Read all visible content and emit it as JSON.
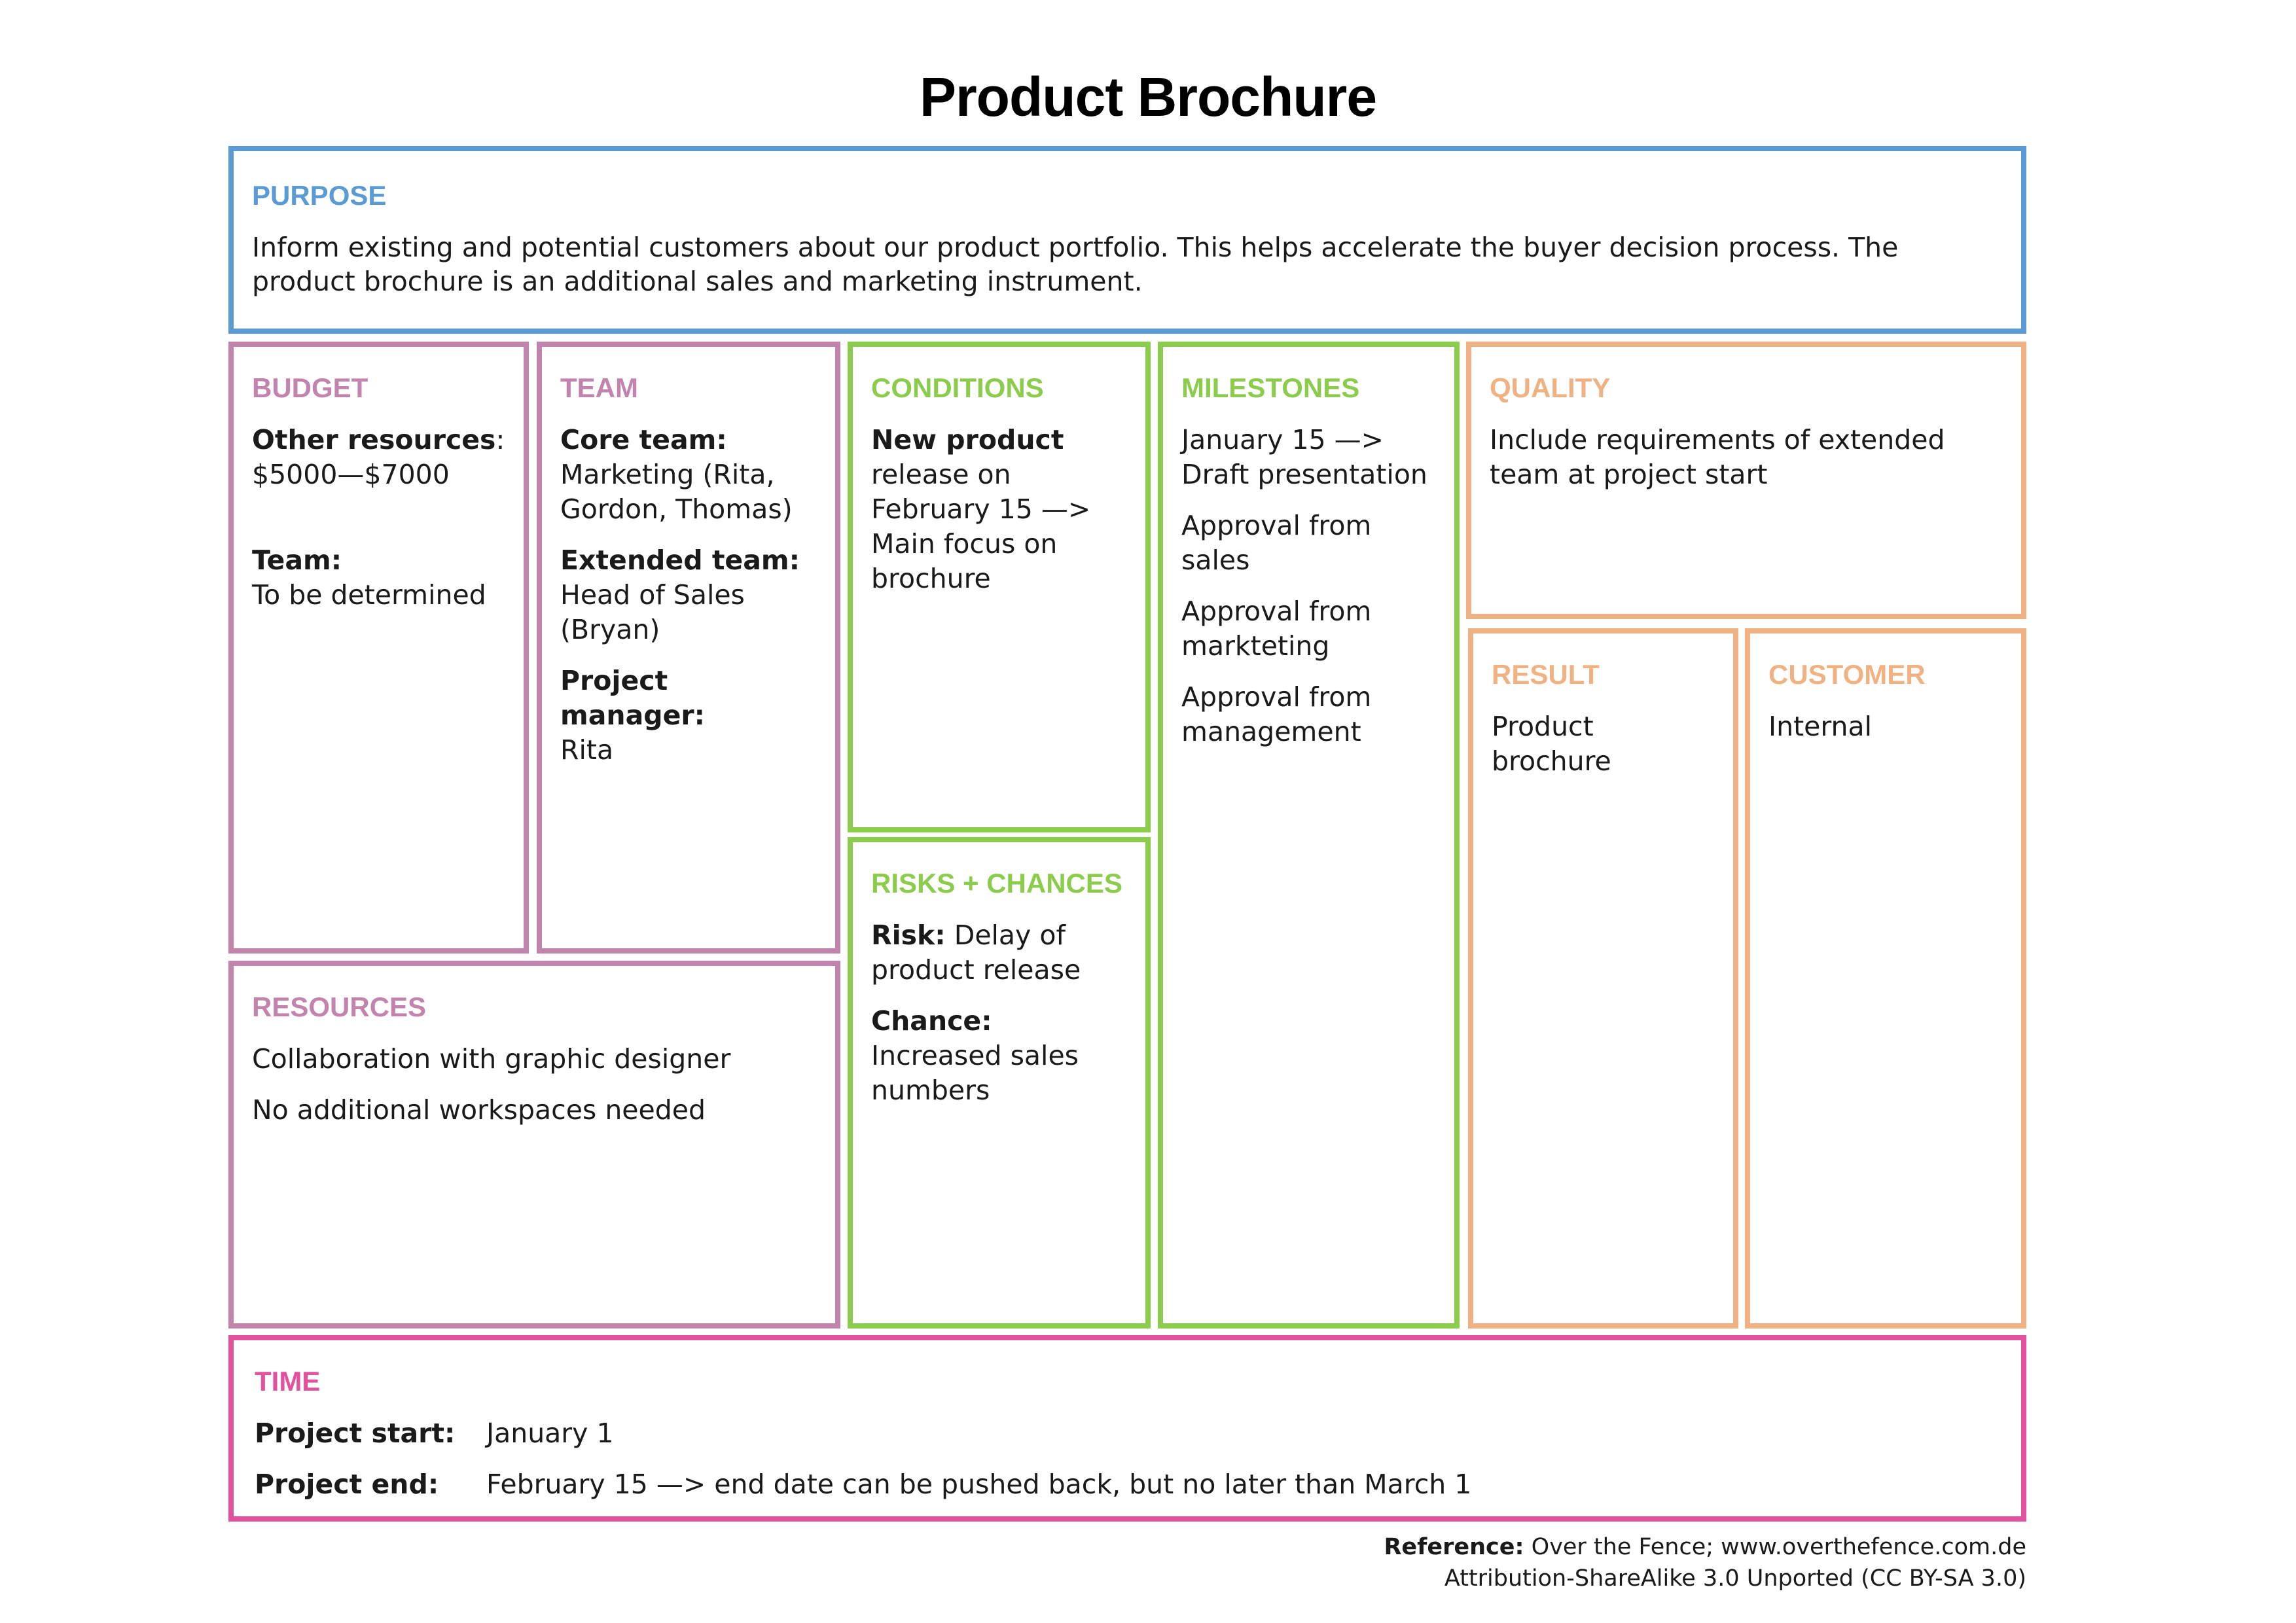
{
  "title": "Product Brochure",
  "colors": {
    "purpose": "#5b9bd5",
    "budget_team_resources": "#c283ad",
    "conditions_milestones_risks": "#8ccc4c",
    "quality_result_customer": "#f0b283",
    "time": "#e2509e"
  },
  "purpose": {
    "heading": "PURPOSE",
    "text": "Inform existing and potential customers about our product portfolio. This helps accelerate the buyer decision process. The product brochure is an additional sales and marketing instrument."
  },
  "budget": {
    "heading": "BUDGET",
    "other_resources_label": "Other resources",
    "other_resources_colon": ":",
    "other_resources_value": "$5000—$7000",
    "team_label": "Team:",
    "team_value": "To be determined"
  },
  "team": {
    "heading": "TEAM",
    "core_label": "Core team:",
    "core_value": "Marketing (Rita, Gordon, Thomas)",
    "extended_label": "Extended team:",
    "extended_value": "Head of Sales (Bryan)",
    "pm_label": "Project manager:",
    "pm_value": "Rita"
  },
  "conditions": {
    "heading": "CONDITIONS",
    "bold": "New product",
    "text": "release on February 15 —> Main focus on brochure"
  },
  "milestones": {
    "heading": "MILESTONES",
    "items": [
      "January 15 —> Draft presentation",
      "Approval from sales",
      "Approval from markteting",
      "Approval from management"
    ]
  },
  "quality": {
    "heading": "QUALITY",
    "text": "Include requirements of extended team at project start"
  },
  "result": {
    "heading": "RESULT",
    "text": "Product brochure"
  },
  "customer": {
    "heading": "CUSTOMER",
    "text": "Internal"
  },
  "risks": {
    "heading": "RISKS + CHANCES",
    "risk_label": "Risk:",
    "risk_value": "Delay of product release",
    "chance_label": "Chance:",
    "chance_value": "Increased sales numbers"
  },
  "resources": {
    "heading": "RESOURCES",
    "items": [
      "Collaboration with graphic designer",
      "No additional workspaces needed"
    ]
  },
  "time": {
    "heading": "TIME",
    "start_label": "Project start:",
    "start_value": "January 1",
    "end_label": "Project end:",
    "end_value": "February 15 —> end date can be pushed back, but no later than March 1"
  },
  "reference": {
    "label": "Reference:",
    "text": "Over the Fence; www.overthefence.com.de",
    "license": "Attribution-ShareAlike 3.0 Unported (CC BY-SA 3.0)"
  }
}
